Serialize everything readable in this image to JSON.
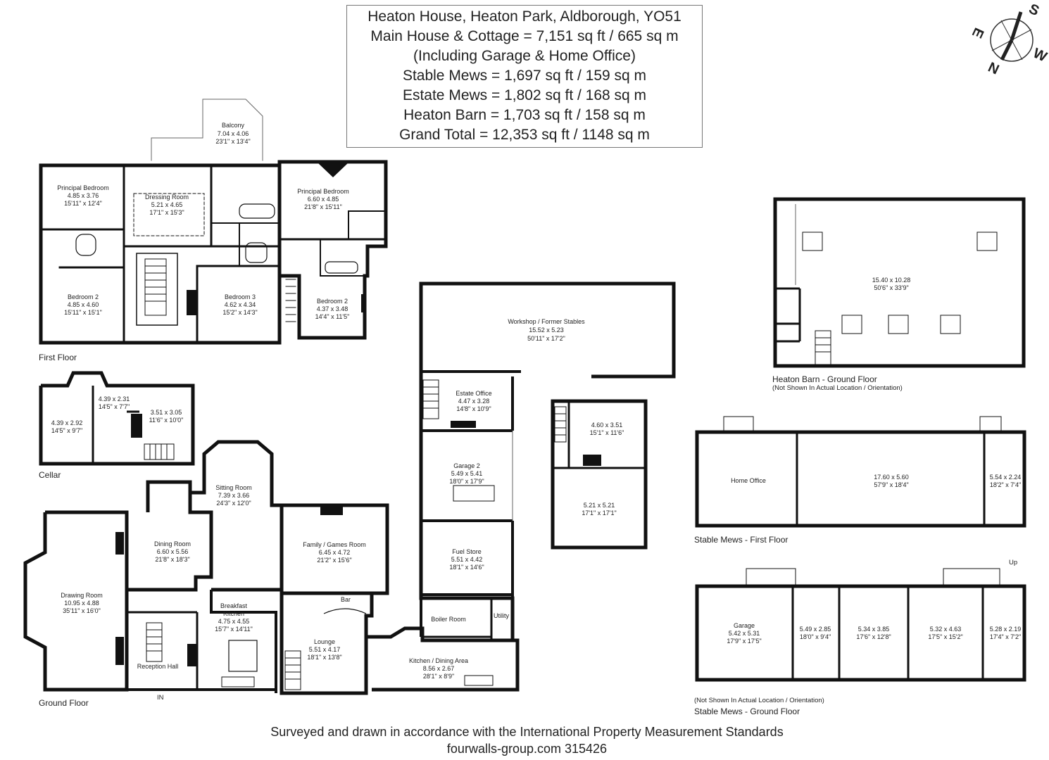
{
  "title": {
    "lines": [
      "Heaton House, Heaton Park, Aldborough, YO51",
      "Main House & Cottage = 7,151 sq ft / 665 sq m",
      "(Including Garage & Home Office)",
      "Stable Mews = 1,697 sq ft / 159 sq m",
      "Estate Mews = 1,802 sq ft / 168 sq m",
      "Heaton Barn = 1,703 sq ft / 158 sq m",
      "Grand Total = 12,353 sq ft / 1148 sq m"
    ]
  },
  "compass": {
    "n": "N",
    "s": "S",
    "e": "E",
    "w": "W"
  },
  "floor_labels": {
    "first_floor": "First Floor",
    "cellar": "Cellar",
    "ground_floor": "Ground Floor",
    "barn": "Heaton Barn - Ground Floor",
    "barn_note": "(Not Shown In Actual Location / Orientation)",
    "mews_first": "Stable Mews - First Floor",
    "mews_note": "(Not Shown In Actual Location / Orientation)",
    "mews_ground": "Stable Mews - Ground Floor",
    "in_label": "IN",
    "up_label": "Up"
  },
  "rooms": {
    "balcony": [
      "Balcony",
      "7.04 x 4.06",
      "23'1\" x 13'4\""
    ],
    "pb1": [
      "Principal Bedroom",
      "4.85 x 3.76",
      "15'11\" x 12'4\""
    ],
    "dressing": [
      "Dressing Room",
      "5.21 x 4.65",
      "17'1\" x 15'3\""
    ],
    "pb2": [
      "Principal Bedroom",
      "6.60 x 4.85",
      "21'8\" x 15'11\""
    ],
    "bed2a": [
      "Bedroom 2",
      "4.85 x 4.60",
      "15'11\" x 15'1\""
    ],
    "bed3": [
      "Bedroom 3",
      "4.62 x 4.34",
      "15'2\" x 14'3\""
    ],
    "bed2b": [
      "Bedroom 2",
      "4.37 x 3.48",
      "14'4\" x 11'5\""
    ],
    "workshop": [
      "Workshop / Former Stables",
      "15.52 x 5.23",
      "50'11\" x 17'2\""
    ],
    "estate_office": [
      "Estate Office",
      "4.47 x 3.28",
      "14'8\" x 10'9\""
    ],
    "garage2": [
      "Garage 2",
      "5.49 x 5.41",
      "18'0\" x 17'9\""
    ],
    "fuel": [
      "Fuel Store",
      "5.51 x 4.42",
      "18'1\" x 14'6\""
    ],
    "boiler": [
      "Boiler Room"
    ],
    "utility": [
      "Utility"
    ],
    "kitchen_dining": [
      "Kitchen / Dining Area",
      "8.56 x 2.67",
      "28'1\" x 8'9\""
    ],
    "lounge": [
      "Lounge",
      "5.51 x 4.17",
      "18'1\" x 13'8\""
    ],
    "bar": [
      "Bar"
    ],
    "family": [
      "Family / Games Room",
      "6.45 x 4.72",
      "21'2\" x 15'6\""
    ],
    "sitting": [
      "Sitting Room",
      "7.39 x 3.66",
      "24'3\" x 12'0\""
    ],
    "dining": [
      "Dining Room",
      "6.60 x 5.56",
      "21'8\" x 18'3\""
    ],
    "breakfast": [
      "Breakfast",
      "Kitchen",
      "4.75 x 4.55",
      "15'7\" x 14'11\""
    ],
    "drawing": [
      "Drawing Room",
      "10.95 x 4.88",
      "35'11\" x 16'0\""
    ],
    "reception": [
      "Reception Hall"
    ],
    "cellar1": [
      "4.39 x 2.92",
      "14'5\" x 9'7\""
    ],
    "cellar2": [
      "4.39 x 2.31",
      "14'5\" x 7'7\""
    ],
    "cellar3": [
      "3.51 x 3.05",
      "11'6\" x 10'0\""
    ],
    "cottage1": [
      "4.60 x 3.51",
      "15'1\" x 11'6\""
    ],
    "cottage2": [
      "5.21 x 5.21",
      "17'1\" x 17'1\""
    ],
    "barn": [
      "15.40 x 10.28",
      "50'6\" x 33'9\""
    ],
    "home_office": [
      "Home Office"
    ],
    "mews_big": [
      "17.60 x 5.60",
      "57'9\" x 18'4\""
    ],
    "mews_small": [
      "5.54 x 2.24",
      "18'2\" x 7'4\""
    ],
    "mg_garage": [
      "Garage",
      "5.42 x 5.31",
      "17'9\" x 17'5\""
    ],
    "mg2": [
      "5.49 x 2.85",
      "18'0\" x 9'4\""
    ],
    "mg3": [
      "5.34 x 3.85",
      "17'6\" x 12'8\""
    ],
    "mg4": [
      "5.32 x 4.63",
      "17'5\" x 15'2\""
    ],
    "mg5": [
      "5.28 x 2.19",
      "17'4\" x 7'2\""
    ]
  },
  "footer": {
    "line1": "Surveyed and drawn in accordance with the International Property Measurement Standards",
    "line2": "fourwalls-group.com 315426"
  }
}
